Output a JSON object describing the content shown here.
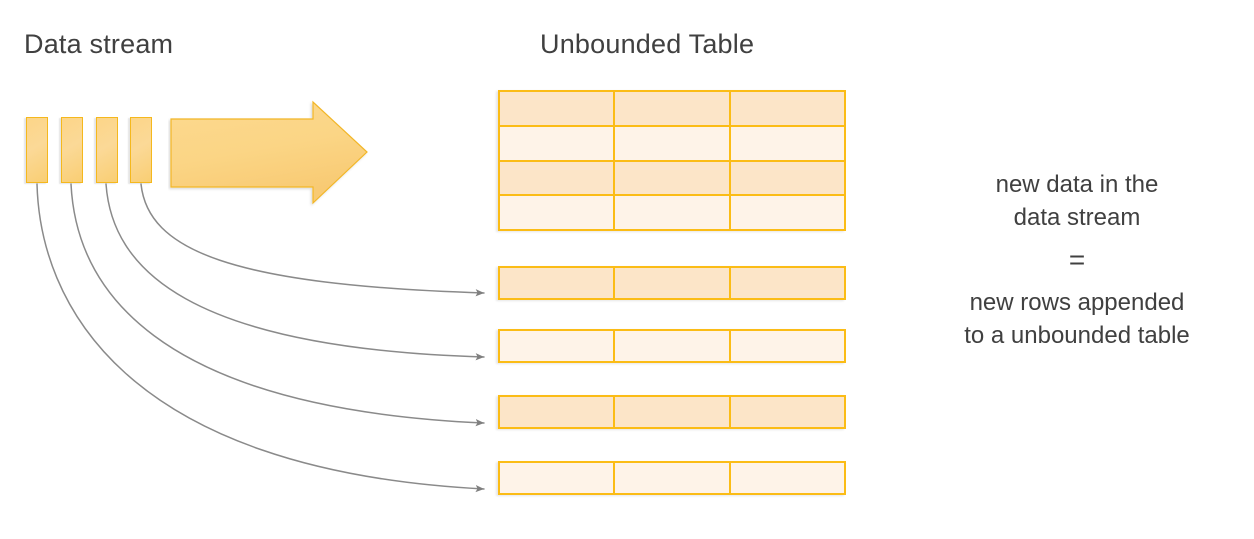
{
  "titles": {
    "data_stream": "Data stream",
    "unbounded_table": "Unbounded Table"
  },
  "legend": {
    "line1": "new data in the",
    "line2": "data stream",
    "equals": "=",
    "line3": "new rows appended",
    "line4": "to a unbounded table"
  },
  "colors": {
    "border": "#FBBC16",
    "row_dark": "#FCE5C8",
    "row_light": "#FEF3E8",
    "bar_fill": "#FBD68A",
    "arrow_fill": "#FBD68A",
    "arrow_stroke": "#F0B429",
    "connector": "#808080",
    "text": "#404040"
  },
  "stream": {
    "bars": [
      {
        "name": "stream-bar-1"
      },
      {
        "name": "stream-bar-2"
      },
      {
        "name": "stream-bar-3"
      },
      {
        "name": "stream-bar-4"
      }
    ],
    "arrow_label": "flow-arrow"
  },
  "table": {
    "columns": 3,
    "rows": [
      {
        "shade": "dark",
        "cells": [
          "",
          "",
          ""
        ]
      },
      {
        "shade": "light",
        "cells": [
          "",
          "",
          ""
        ]
      },
      {
        "shade": "dark",
        "cells": [
          "",
          "",
          ""
        ]
      },
      {
        "shade": "light",
        "cells": [
          "",
          "",
          ""
        ]
      }
    ]
  },
  "appended_rows": [
    {
      "shade": "dark",
      "cells": [
        "",
        "",
        ""
      ]
    },
    {
      "shade": "light",
      "cells": [
        "",
        "",
        ""
      ]
    },
    {
      "shade": "dark",
      "cells": [
        "",
        "",
        ""
      ]
    },
    {
      "shade": "light",
      "cells": [
        "",
        "",
        ""
      ]
    }
  ],
  "connectors": [
    {
      "from": "stream-bar-1",
      "to": "appended-row-4"
    },
    {
      "from": "stream-bar-2",
      "to": "appended-row-3"
    },
    {
      "from": "stream-bar-3",
      "to": "appended-row-2"
    },
    {
      "from": "stream-bar-4",
      "to": "appended-row-1"
    }
  ]
}
